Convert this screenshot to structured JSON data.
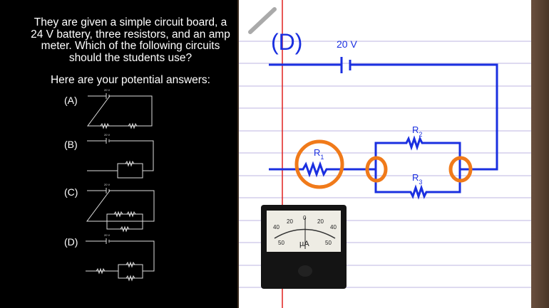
{
  "question": {
    "text": "They are given a simple circuit board, a 24 V battery, three resistors, and an amp meter. Which of the following circuits should the students use?",
    "prompt": "Here are your potential answers:"
  },
  "options": [
    {
      "label": "(A)",
      "voltage": "20 V"
    },
    {
      "label": "(B)",
      "voltage": "20 V"
    },
    {
      "label": "(C)",
      "voltage": "20 V"
    },
    {
      "label": "(D)",
      "voltage": "20 V"
    }
  ],
  "whiteboard": {
    "answer_label": "(D)",
    "voltage": "20 V",
    "r1": "R",
    "r1_sub": "1",
    "r2": "R",
    "r2_sub": "2",
    "r3": "R",
    "r3_sub": "3",
    "ink_color": "#1a2fe0",
    "highlight_color": "#f07a1a"
  },
  "meter": {
    "ticks": [
      "40",
      "20",
      "0",
      "20",
      "40",
      "50",
      "50"
    ],
    "unit": "µA"
  }
}
